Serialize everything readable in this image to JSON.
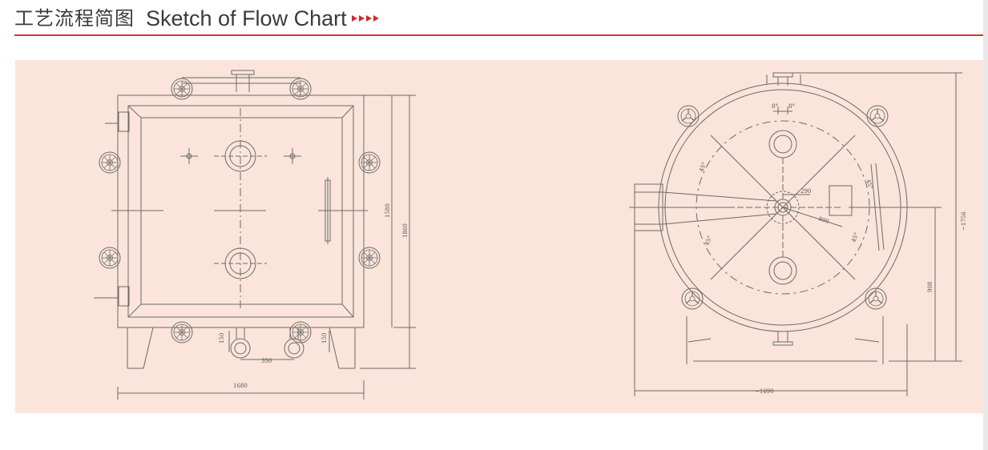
{
  "header": {
    "title_zh": "工艺流程简图",
    "title_en": "Sketch of Flow Chart"
  },
  "colors": {
    "accent": "#d9343a",
    "panel_bg": "#fbe4d9",
    "line": "#6b6b6b",
    "title": "#3b3b3b"
  },
  "front_view": {
    "dim_1580": "1580",
    "dim_1860": "1860",
    "dim_1680": "1680",
    "dim_350": "350",
    "dim_150_left": "150",
    "dim_150_right": "150"
  },
  "round_view": {
    "dim_1690": "~1690",
    "dim_1756": "~1756",
    "dim_908": "908",
    "dim_290": "290",
    "dim_800": "800",
    "angle_8_left": "8°",
    "angle_8_right": "8°",
    "angle_45_a": "45°",
    "angle_45_b": "45°",
    "angle_45_c": "45°",
    "angle_45_d": "45°"
  }
}
